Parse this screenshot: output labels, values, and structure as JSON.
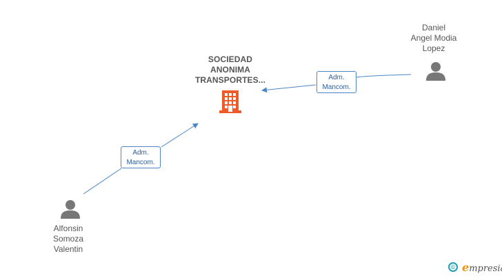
{
  "company": {
    "name_lines": [
      "SOCIEDAD",
      "ANONIMA",
      "TRANSPORTES..."
    ],
    "icon": "building-icon",
    "color": "#f05a28"
  },
  "people": [
    {
      "id": "daniel",
      "name_lines": [
        "Daniel",
        "Angel Modia",
        "Lopez"
      ],
      "icon": "person-icon"
    },
    {
      "id": "alfonsin",
      "name_lines": [
        "Alfonsin",
        "Somoza",
        "Valentin"
      ],
      "icon": "person-icon"
    }
  ],
  "relations": [
    {
      "from": "daniel",
      "to": "company",
      "role_lines": [
        "Adm.",
        "Mancom."
      ]
    },
    {
      "from": "alfonsin",
      "to": "company",
      "role_lines": [
        "Adm.",
        "Mancom."
      ]
    }
  ],
  "colors": {
    "edge": "#4a86c8",
    "person": "#777777",
    "text": "#555555"
  },
  "branding": {
    "symbol": "©",
    "first_letter": "e",
    "rest": "mpresia"
  }
}
